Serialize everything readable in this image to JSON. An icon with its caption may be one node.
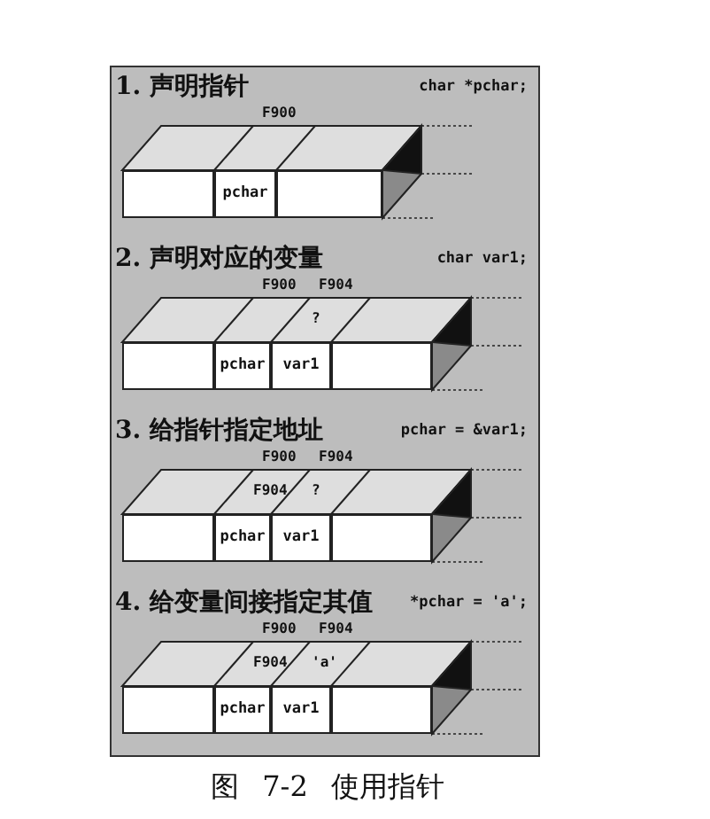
{
  "diagram": {
    "caption": "图 7-2 使用指针",
    "nodes": [
      {
        "text": [
          "1. 声明指针",
          "char *pchar;"
        ]
      },
      {
        "text": [],
        "shape": "box",
        "in": 0
      },
      {
        "text": [
          "pchar"
        ],
        "in": 0,
        "beside": [
          "F900"
        ]
      },
      {
        "text": [],
        "shape": "box",
        "in": 0
      },
      {
        "text": [
          "2. 声明对应的变量",
          "char var1;"
        ]
      },
      {
        "text": [],
        "shape": "box",
        "in": 4
      },
      {
        "text": [
          "pchar"
        ],
        "in": 4,
        "beside": [
          "F900"
        ]
      },
      {
        "text": [
          "var1"
        ],
        "in": 4,
        "beside": [
          "F904",
          "?"
        ]
      },
      {
        "text": [],
        "shape": "box",
        "in": 4
      },
      {
        "text": [
          "3. 给指针指定地址",
          "pchar = &var1;"
        ]
      },
      {
        "text": [],
        "shape": "box",
        "in": 9
      },
      {
        "text": [
          "pchar"
        ],
        "in": 9,
        "beside": [
          "F900",
          "F904"
        ]
      },
      {
        "text": [
          "var1"
        ],
        "in": 9,
        "beside": [
          "F904",
          "?"
        ]
      },
      {
        "text": [],
        "shape": "box",
        "in": 9
      },
      {
        "text": [
          "4. 给变量间接指定其值",
          "*pchar = 'a';"
        ]
      },
      {
        "text": [],
        "shape": "box",
        "in": 14
      },
      {
        "text": [
          "pchar"
        ],
        "in": 14,
        "beside": [
          "F900",
          "F904"
        ]
      },
      {
        "text": [
          "var1"
        ],
        "in": 14,
        "beside": [
          "F904",
          "'a'"
        ]
      },
      {
        "text": [],
        "shape": "box",
        "in": 14
      }
    ]
  }
}
